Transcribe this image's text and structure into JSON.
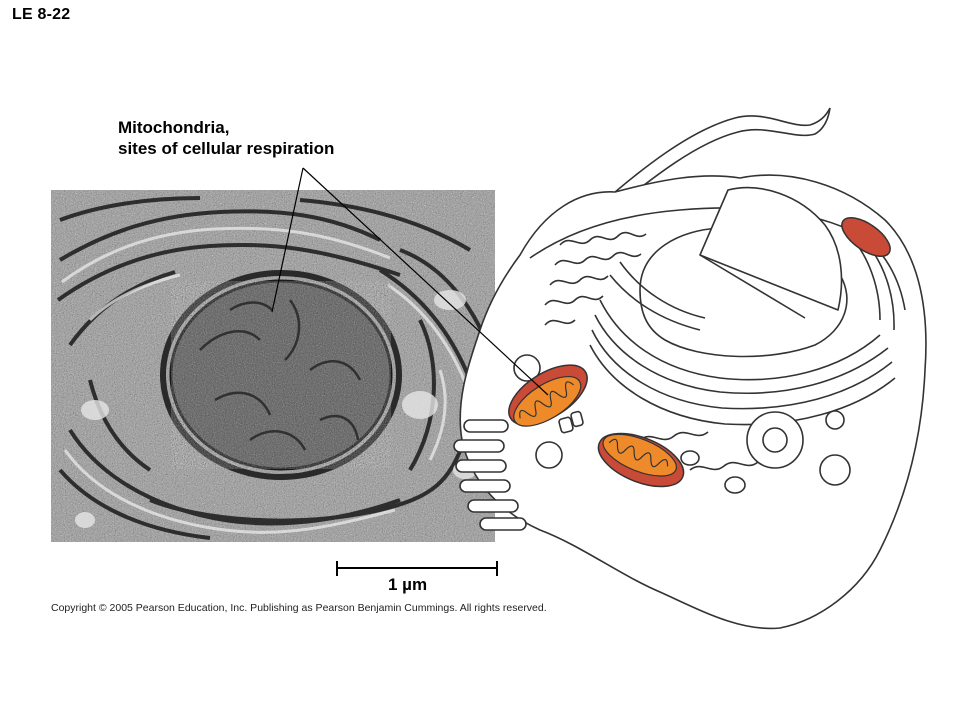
{
  "figure": {
    "label": "LE 8-22",
    "callout_line1": "Mitochondria,",
    "callout_line2": "sites of cellular respiration",
    "scale_bar_label": "1 µm",
    "copyright": "Copyright © 2005 Pearson Education, Inc. Publishing as Pearson Benjamin Cummings. All rights reserved."
  },
  "colors": {
    "mitochondrion_outer": "#c94a36",
    "mitochondrion_inner": "#ee8a2a",
    "micrograph_bg": "#9a9a9a",
    "line_art": "#333333"
  }
}
